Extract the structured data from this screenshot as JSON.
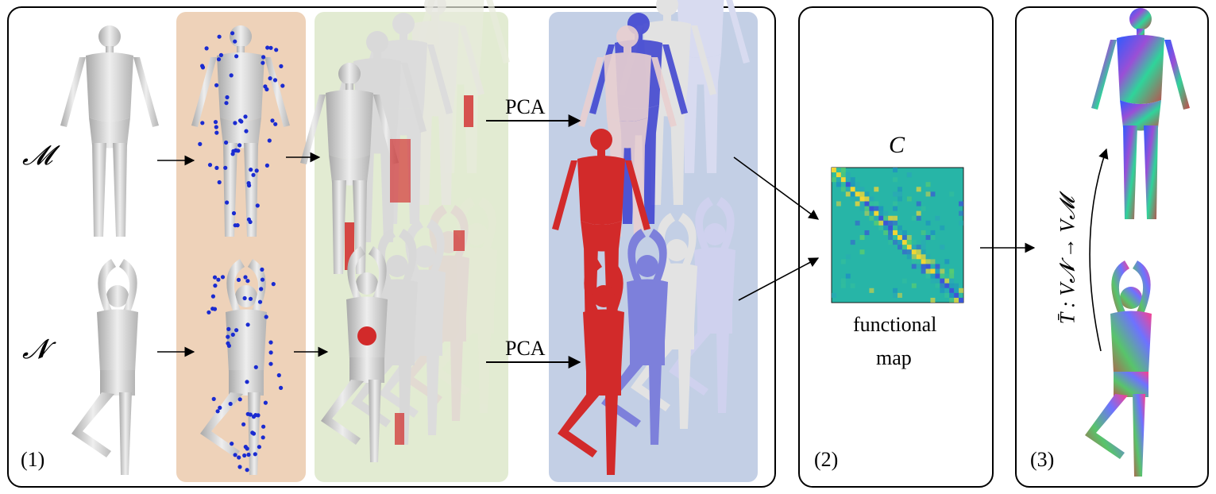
{
  "labels": {
    "mesh_M": "𝓜",
    "mesh_N": "𝓝",
    "pca_top": "PCA",
    "pca_bottom": "PCA",
    "matrix_symbol": "C",
    "functional_map_line1": "functional",
    "functional_map_line2": "map",
    "transfer_formula": "T̄ : V𝓝 → V𝓜",
    "panel1_index": "(1)",
    "panel2_index": "(2)",
    "panel3_index": "(3)"
  },
  "colors": {
    "band_landmarks": "#eed2b9",
    "band_basis": "#e2ebd2",
    "band_pca": "#c3cfe5",
    "mesh_gray": "#cfcfcf",
    "landmark_dot": "#1a2bd1",
    "heat_red": "#d22a2a",
    "heat_blue": "#3a3fd0",
    "matrix_bg": "#27b5a7"
  },
  "icons": {
    "mesh": "human-mesh-icon",
    "arrow": "arrow-right-icon",
    "matrix": "heatmap-matrix-icon",
    "curve_arrow": "curved-arrow-icon"
  }
}
